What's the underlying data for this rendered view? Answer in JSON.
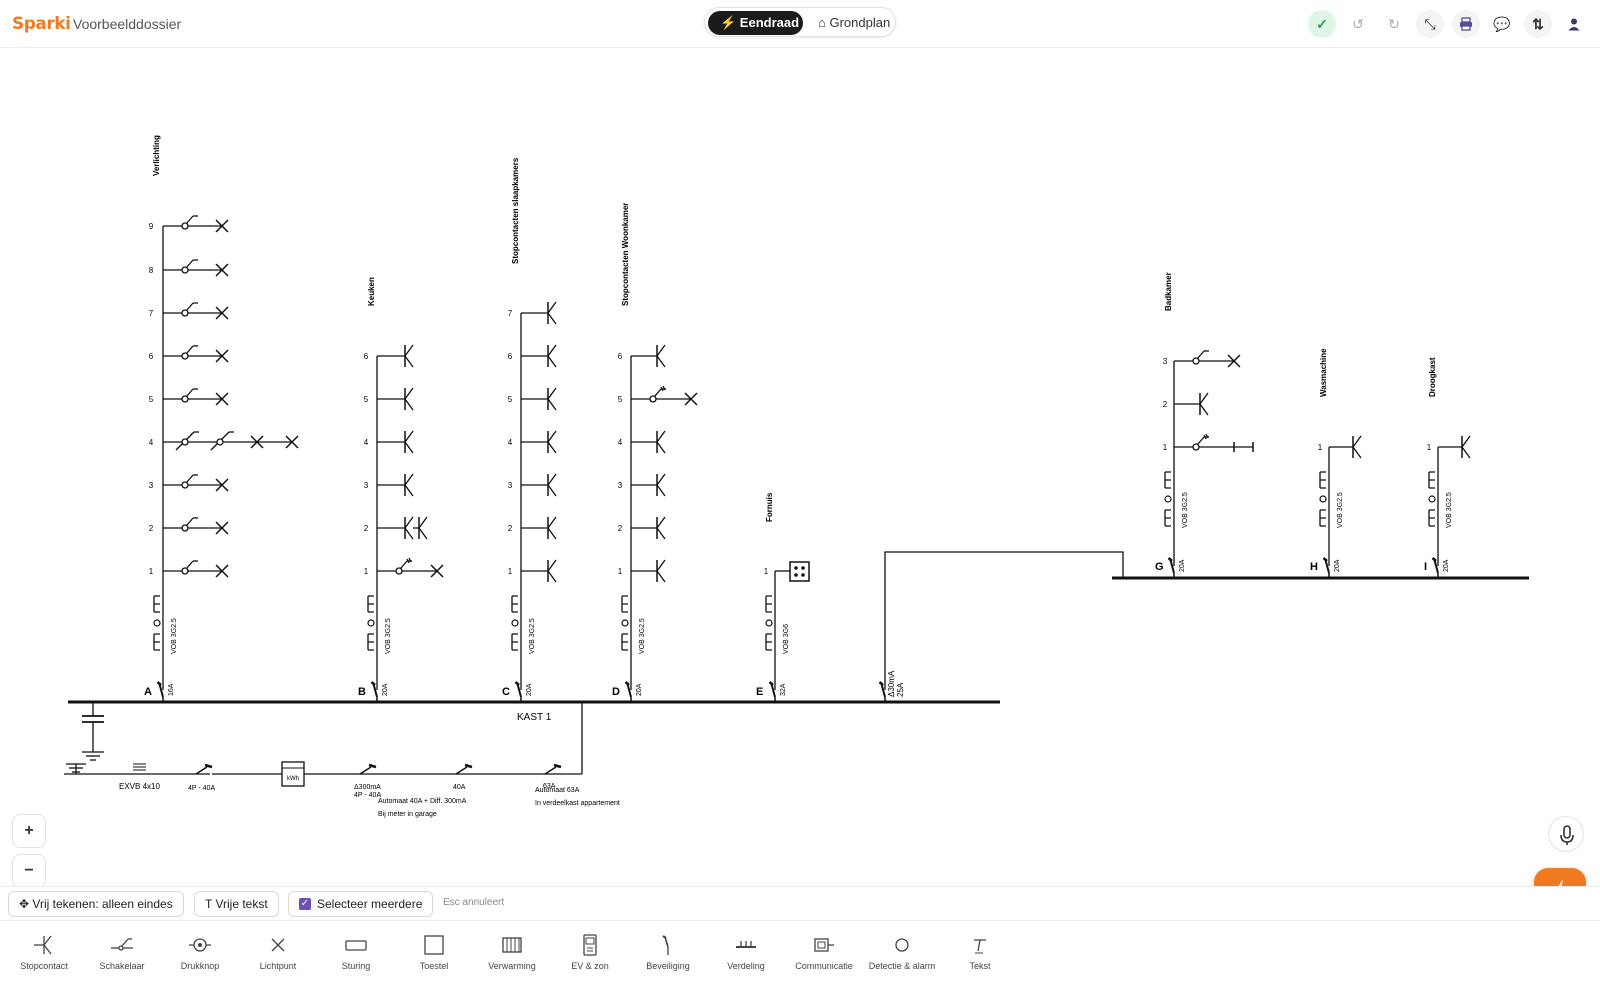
{
  "app": {
    "brand": "Sparki",
    "dossier": "Voorbeelddossier"
  },
  "modes": {
    "active": "⚡ Eendraad",
    "inactive": "⌂ Grondplan"
  },
  "toolbar_icons": [
    "check-icon",
    "undo-icon",
    "redo-icon",
    "collapse-icon",
    "print-icon",
    "comment-icon",
    "swap-icon",
    "user-icon"
  ],
  "colors": {
    "brand": "#f07a22",
    "ok": "#2e9d55",
    "line": "#111111",
    "accent": "#6b4fb3"
  },
  "diagram": {
    "kast_label": "KAST 1",
    "circuits": [
      {
        "letter": "A",
        "rating": "16A",
        "cable": "VOB 3G2.5",
        "name": "Verlichting",
        "points": [
          "1",
          "2",
          "3",
          "4",
          "5",
          "6",
          "7",
          "8",
          "9"
        ]
      },
      {
        "letter": "B",
        "rating": "20A",
        "cable": "VOB 3G2.5",
        "name": "Keuken",
        "points": [
          "1",
          "2",
          "3",
          "4",
          "5",
          "6"
        ]
      },
      {
        "letter": "C",
        "rating": "20A",
        "cable": "VOB 3G2.5",
        "name": "Stopcontacten slaapkamers",
        "points": [
          "1",
          "2",
          "3",
          "4",
          "5",
          "6",
          "7"
        ]
      },
      {
        "letter": "D",
        "rating": "20A",
        "cable": "VOB 3G2.5",
        "name": "Stopcontacten Woonkamer",
        "points": [
          "1",
          "2",
          "3",
          "4",
          "5",
          "6"
        ]
      },
      {
        "letter": "E",
        "rating": "32A",
        "cable": "VOB 3G6",
        "name": "Fornuis",
        "points": [
          "1"
        ]
      },
      {
        "letter": "G",
        "rating": "20A",
        "cable": "VOB 3G2.5",
        "name": "Badkamer",
        "points": [
          "1",
          "2",
          "3"
        ]
      },
      {
        "letter": "H",
        "rating": "20A",
        "cable": "VOB 3G2.5",
        "name": "Wasmachine",
        "points": [
          "1"
        ]
      },
      {
        "letter": "I",
        "rating": "20A",
        "cable": "VOB 3G2.5",
        "name": "Droogkast",
        "points": [
          "1"
        ]
      }
    ],
    "sub_breaker": {
      "line1": "Δ30mA",
      "line2": "25A"
    },
    "supply": {
      "cable": "EXVB 4x10",
      "main": "4P - 40A",
      "meter": "kWh",
      "diff_l1": "Δ300mA",
      "diff_l2": "4P - 40A",
      "auto40": "40A",
      "auto40_note": "Automaat 40A + Diff. 300mA",
      "garage_note": "Bij meter in garage",
      "auto63": "63A",
      "auto63_note": "Automaat 63A",
      "apt_note": "In verdeelkast appartement"
    }
  },
  "zoom": {
    "in": "+",
    "out": "−"
  },
  "tools": {
    "freedraw": "✥ Vrij tekenen: alleen eindes",
    "freetext": "T Vrije tekst",
    "select": "Selecteer meerdere",
    "esc": "Esc annuleert"
  },
  "palette": [
    {
      "label": "Stopcontact",
      "icon": "socket-icon"
    },
    {
      "label": "Schakelaar",
      "icon": "switch-icon"
    },
    {
      "label": "Drukknop",
      "icon": "pushbutton-icon"
    },
    {
      "label": "Lichtpunt",
      "icon": "lightpoint-icon"
    },
    {
      "label": "Sturing",
      "icon": "control-icon"
    },
    {
      "label": "Toestel",
      "icon": "device-icon"
    },
    {
      "label": "Verwarming",
      "icon": "heating-icon"
    },
    {
      "label": "EV & zon",
      "icon": "ev-solar-icon"
    },
    {
      "label": "Beveiliging",
      "icon": "protection-icon"
    },
    {
      "label": "Verdeling",
      "icon": "distribution-icon"
    },
    {
      "label": "Communicatie",
      "icon": "communication-icon"
    },
    {
      "label": "Detectie & alarm",
      "icon": "detection-icon"
    },
    {
      "label": "Tekst",
      "icon": "text-icon"
    }
  ]
}
